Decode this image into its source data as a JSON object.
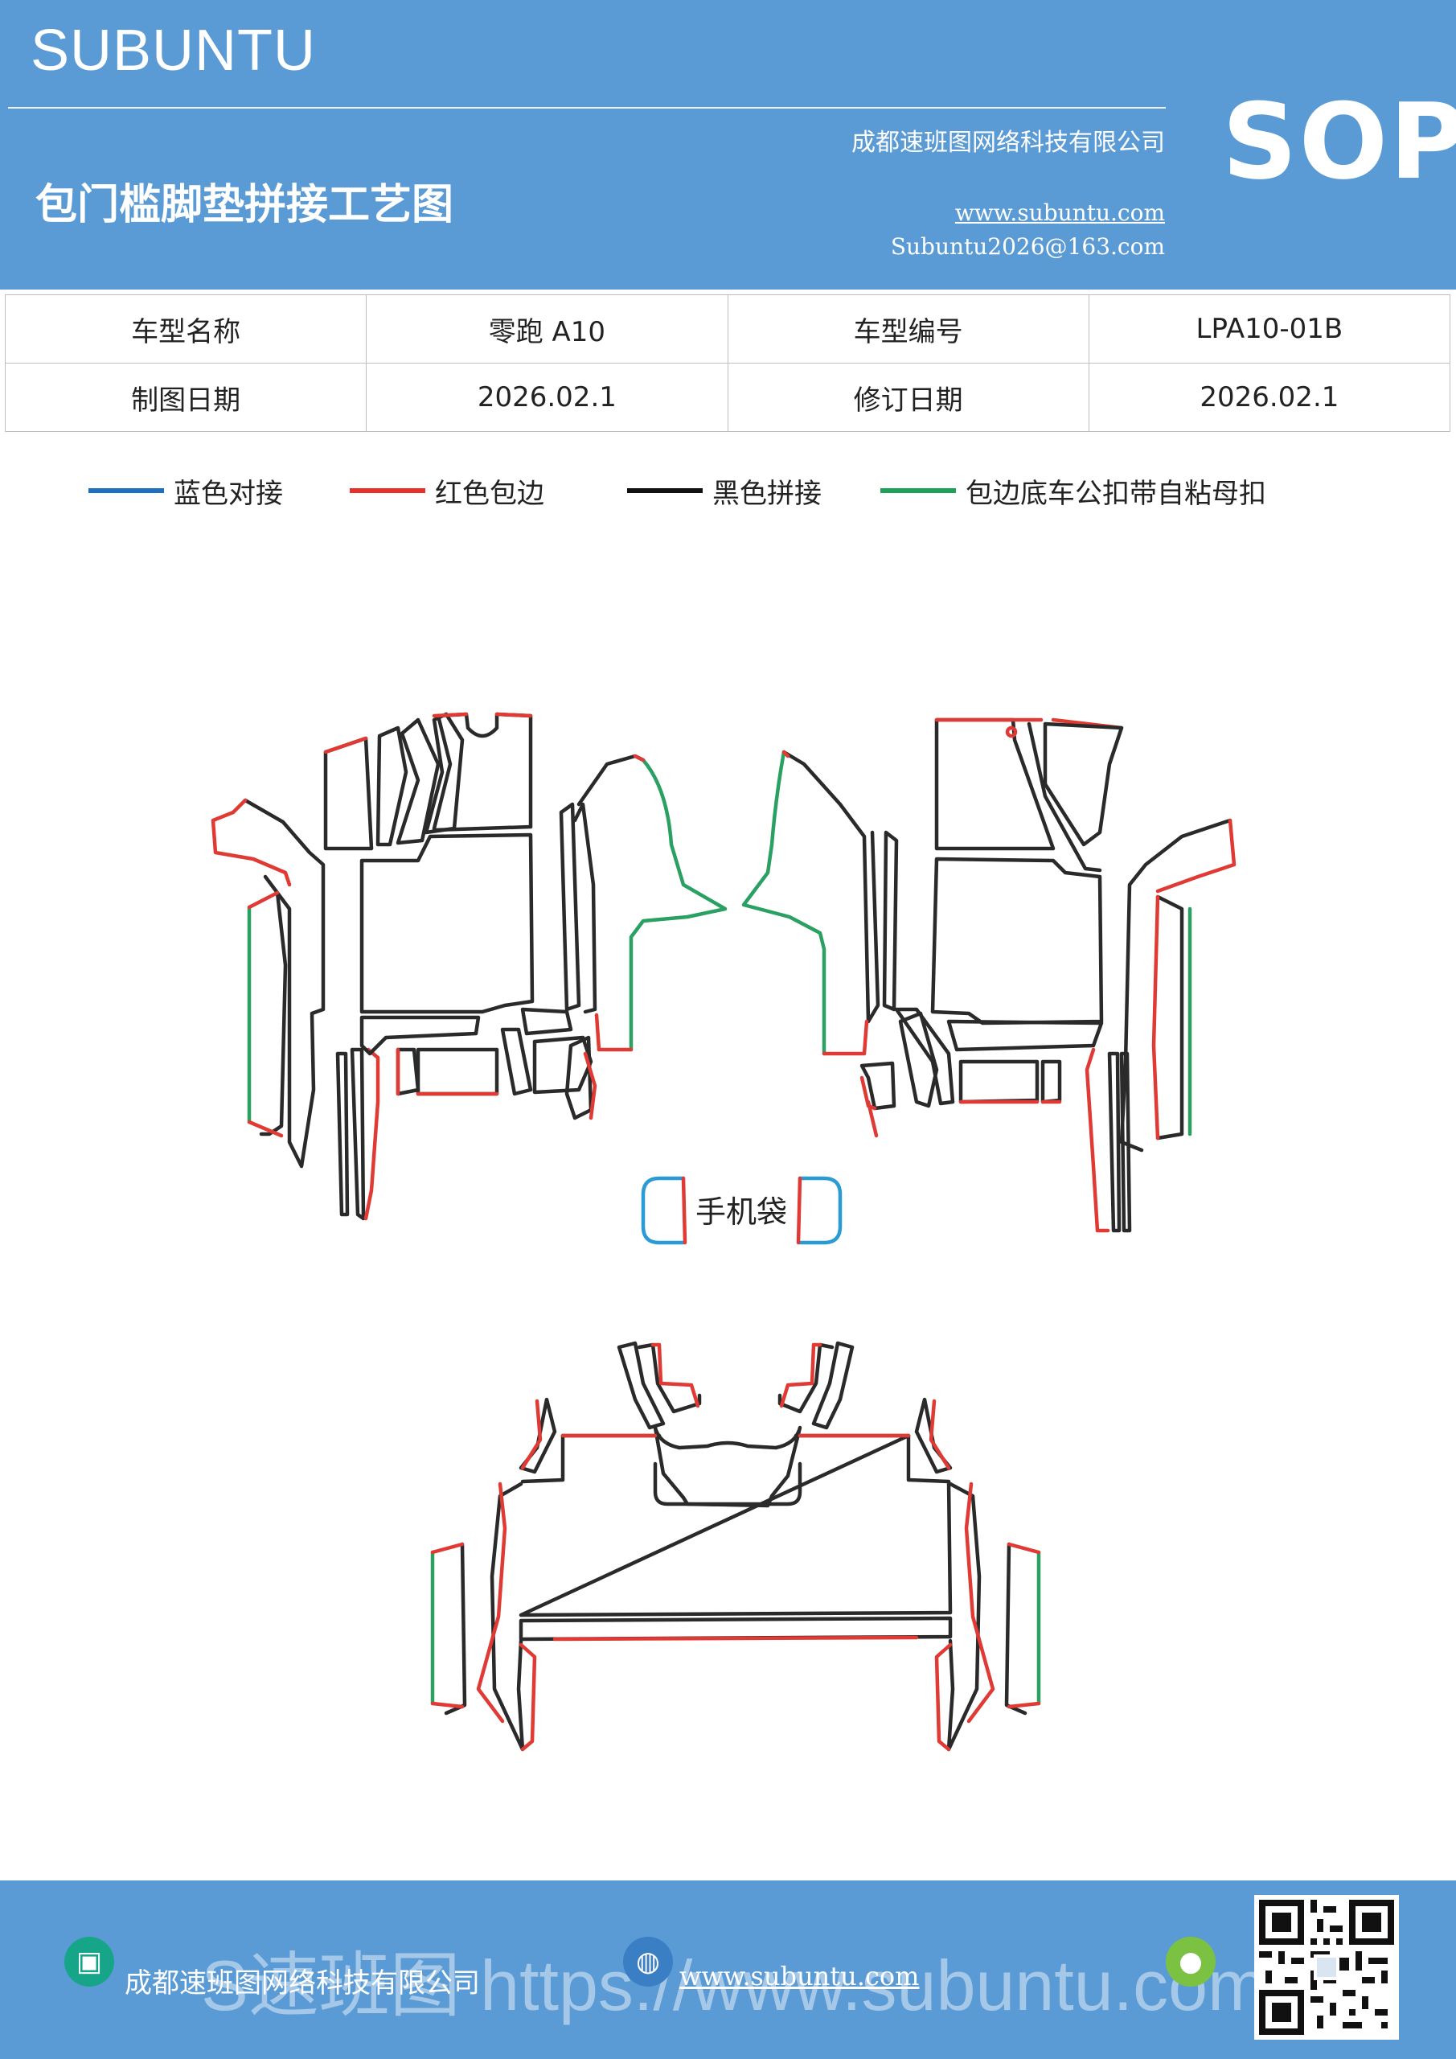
{
  "header": {
    "brand": "SUBUNTU",
    "title": "包门槛脚垫拼接工艺图",
    "company": "成都速班图网络科技有限公司",
    "url": "www.subuntu.com",
    "email": "Subuntu2026@163.com",
    "sop": "SOP"
  },
  "info_table": {
    "model_name_label": "车型名称",
    "model_name_value": "零跑 A10",
    "model_code_label": "车型编号",
    "model_code_value": "LPA10-01B",
    "draw_date_label": "制图日期",
    "draw_date_value": "2026.02.1",
    "revise_date_label": "修订日期",
    "revise_date_value": "2026.02.1"
  },
  "legend": [
    {
      "label": "蓝色对接",
      "color": "#1f6fbf"
    },
    {
      "label": "红色包边",
      "color": "#e8302a"
    },
    {
      "label": "黑色拼接",
      "color": "#111111"
    },
    {
      "label": "包边底车公扣带自粘母扣",
      "color": "#1ea05a"
    }
  ],
  "diagram": {
    "phone_bag_label": "手机袋",
    "colors": {
      "black": "#2a2a2a",
      "red": "#e03a35",
      "green": "#2aa062",
      "blue": "#2b9bd6"
    }
  },
  "footer": {
    "ghost_text": "S速班图 https://www.subuntu.com",
    "company": "成都速班图网络科技有限公司",
    "url": "www.subuntu.com",
    "building_icon": "building-icon",
    "globe_icon": "globe-icon",
    "wechat_icon": "wechat-icon"
  }
}
